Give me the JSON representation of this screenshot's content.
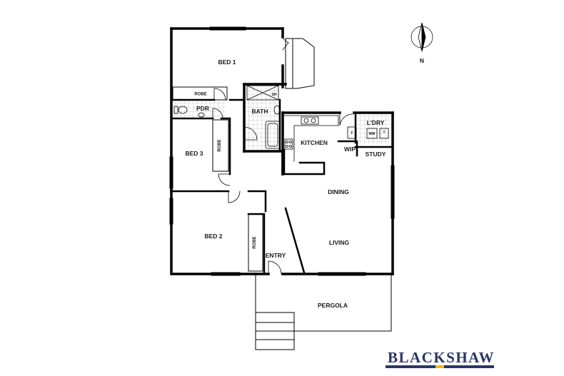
{
  "rooms": {
    "bed1": "BED 1",
    "bed2": "BED 2",
    "bed3": "BED 3",
    "robe_bed1": "ROBE",
    "robe_bed3": "ROBE",
    "robe_bed2": "ROBE",
    "pdr": "PDR",
    "bath": "BATH",
    "shower": "SH",
    "kitchen": "KITCHEN",
    "wip": "WIP",
    "laundry": "L'DRY",
    "study": "STUDY",
    "fridge": "F",
    "washing_machine": "WM",
    "tub": "T",
    "dining": "DINING",
    "living": "LIVING",
    "entry": "ENTRY",
    "pergola": "PERGOLA"
  },
  "compass": {
    "label": "N"
  },
  "brand": {
    "name": "BLACKSHAW",
    "color": "#2a3764",
    "accent": "#f2b81c"
  }
}
